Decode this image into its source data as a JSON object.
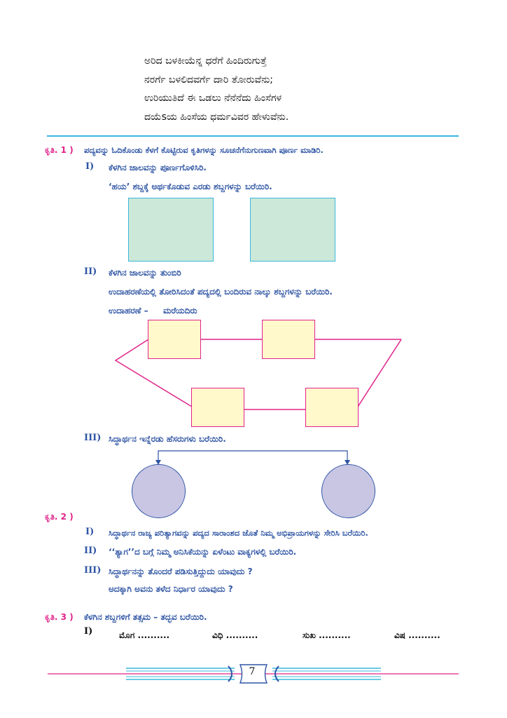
{
  "poem": {
    "lines": [
      "ಅರಿದ ಬಳಕೀಯೆನ್ನ ಧರೆಗೆ ಹಿಂದಿರುಗುತ್ತೆ",
      "ನರರ್ಗೆ ಬಳಲಿದವರ್ಗೆ ದಾರಿ ತೋರುವೆನು;",
      "ಉರಿಯುತಿದೆ ಈ ಒಡಲು ನೆನೆನೆದು ಹಿಂಸೆಗಳ",
      "ದಯೆsಯ ಹಿಂಸೆಯ ಧರ್ಮವಿವರ ಹೇಳುವೆನು."
    ]
  },
  "kruti1": {
    "label": "ಕೃತಿ. 1 )",
    "instruction": "ಪದ್ಯವನ್ನು ಓದಿಕೊಂಡು ಕೆಳಗೆ ಕೊಟ್ಟಿರುವ ಕೃತಿಗಳನ್ನು ಸೂಚನೆಗೆನುಗುಣವಾಗಿ ಪೂರ್ಣ ಮಾಡಿರಿ.",
    "q1": {
      "num": "I)",
      "text": "ಕೆಳಗಿನ ಜಾಲವನ್ನು ಪೂರ್ಣಗೊಳಿಸಿರಿ.",
      "sub": "‘ಹಯ’ ಶಬ್ದಕ್ಕೆ ಅರ್ಥಕೊಡುವ ಎರಡು ಶಬ್ದಗಳನ್ನು ಬರೆಯಿರಿ."
    },
    "q2": {
      "num": "II)",
      "text": "ಕೆಳಗಿನ ಜಾಲವನ್ನು ತುಂಬಿರಿ",
      "sub": "ಉದಾಹರಣೆಯಲ್ಲಿ ತೋರಿಸಿದಂತೆ ಪದ್ಯದಲ್ಲಿ ಬಂದಿರುವ ನಾಲ್ಕು ಶಬ್ದಗಳನ್ನು ಬರೆಯಿರಿ.",
      "example_label": "ಉದಾಹರಣೆ –",
      "example_word": "ಮರೆಯದಿರು"
    },
    "q3": {
      "num": "III)",
      "text": "ಸಿದ್ಧಾರ್ಥನ ಇನ್ನೆರಡು ಹೆಸರುಗಳು ಬರೆಯಿರಿ."
    }
  },
  "kruti2": {
    "label": "ಕೃತಿ. 2 )",
    "q1": {
      "num": "I)",
      "text": "ಸಿದ್ಧಾರ್ಥನ ರಾಜ್ಯ ಪರಿತ್ಯಾಗವನ್ನು ಪದ್ಯದ ಸಾರಾಂಶದ ಜೊತೆ ನಿಮ್ಮ ಅಭಿಪ್ರಾಯಗಳನ್ನು ಸೇರಿಸಿ ಬರೆಯಿರಿ."
    },
    "q2": {
      "num": "II)",
      "text": "‘‘ತ್ಯಾಗ’’ದ ಬಗ್ಗೆ ನಿಮ್ಮ ಅನಿಸಿಕೆಯನ್ನು ಏಳೆಂಟು ವಾಕ್ಯಗಳಲ್ಲಿ ಬರೆಯಿರಿ."
    },
    "q3": {
      "num": "III)",
      "line1": "ಸಿದ್ಧಾರ್ಥನನ್ನು ತೊಂದರೆ ಪಡಿಸುತ್ತಿದ್ದುದು ಯಾವುದು ?",
      "line2": "ಅದಕ್ಕಾಗಿ ಅವನು ತಳೆದ ನಿರ್ಧಾರ ಯಾವುದು ?"
    }
  },
  "kruti3": {
    "label": "ಕೃತಿ. 3 )",
    "instruction": "ಕೆಳಗಿನ ಶಬ್ದಗಳಿಗೆ ತತ್ಸಮ – ತದ್ಭವ ಬರೆಯಿರಿ.",
    "num": "I)",
    "words": [
      "ಮೊಗ ..........",
      "ವಿಧಿ ..........",
      "ಸುಖ ..........",
      "ವಿಷ .........."
    ]
  },
  "footer": {
    "page_number": "7"
  },
  "colors": {
    "accent_pink": "#e0248a",
    "accent_blue": "#2f55a4",
    "rule_cyan": "#39b8dd",
    "green_box": "#cce8d8",
    "yellow_box": "#fff9cc",
    "circle": "#c9c6e4"
  }
}
